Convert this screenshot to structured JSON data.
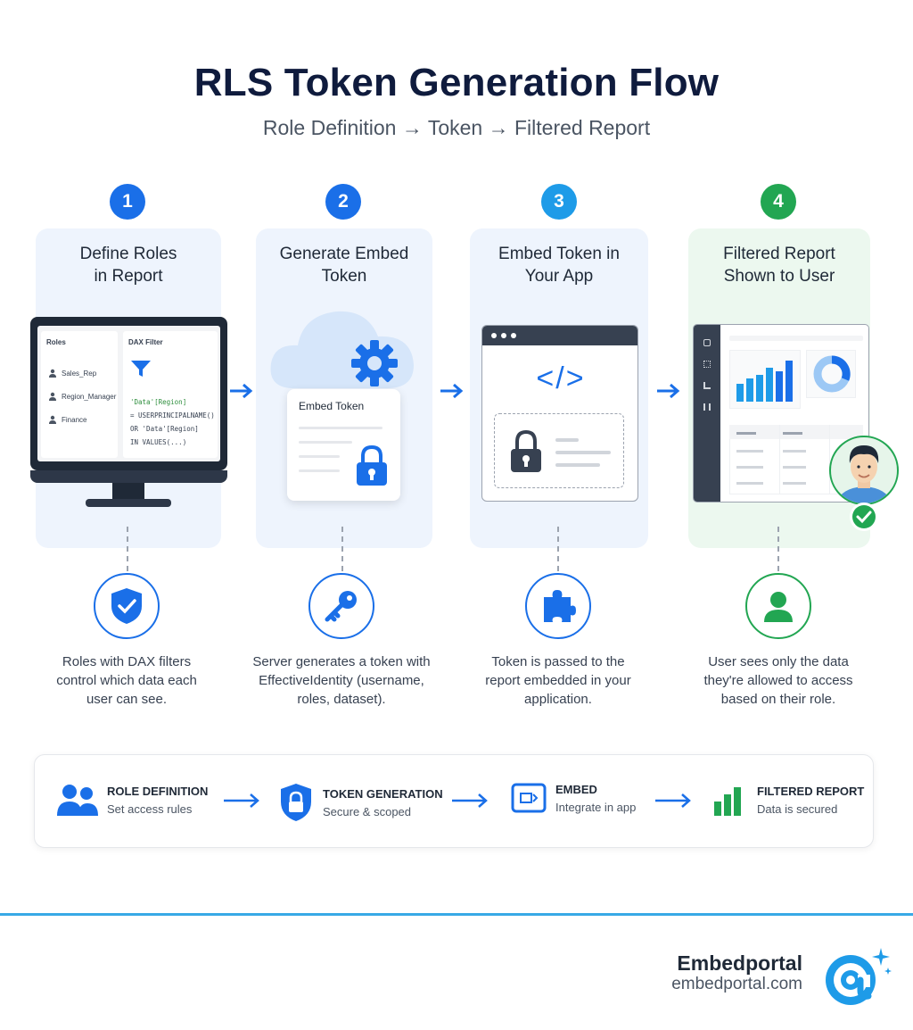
{
  "title": "RLS Token Generation Flow",
  "subtitle": "Role Definition → Token → Filtered Report",
  "steps": [
    {
      "number": "1",
      "title_lines": [
        "Define Roles",
        "in Report"
      ],
      "description": "Roles with DAX filters control which data each user can see.",
      "illustration": {
        "roles_heading": "Roles",
        "roles": [
          "Sales_Rep",
          "Region_Manager",
          "Finance"
        ],
        "filter_heading": "DAX Filter",
        "filter_code": [
          "'Data'[Region]",
          "= USERPRINCIPALNAME()",
          "OR 'Data'[Region]",
          "IN VALUES(...)"
        ]
      }
    },
    {
      "number": "2",
      "title_lines": [
        "Generate Embed",
        "Token"
      ],
      "description": "Server generates a token with EffectiveIdentity (username, roles, dataset).",
      "illustration": {
        "card_title": "Embed Token"
      }
    },
    {
      "number": "3",
      "title_lines": [
        "Embed Token in",
        "Your App"
      ],
      "description": "Token is passed to the report embedded in your application.",
      "illustration": {
        "code_glyph": "</>"
      }
    },
    {
      "number": "4",
      "title_lines": [
        "Filtered Report",
        "Shown to User"
      ],
      "description": "User sees only the data they're allowed to access based on their role.",
      "illustration": {}
    }
  ],
  "summary": [
    {
      "heading": "ROLE DEFINITION",
      "sub": "Set access rules",
      "icon": "users-icon"
    },
    {
      "heading": "TOKEN GENERATION",
      "sub": "Secure & scoped",
      "icon": "shield-lock-icon"
    },
    {
      "heading": "EMBED",
      "sub": "Integrate in app",
      "icon": "embed-icon"
    },
    {
      "heading": "FILTERED REPORT",
      "sub": "Data is secured",
      "icon": "bar-chart-icon"
    }
  ],
  "brand": {
    "name": "Embedportal",
    "url": "embedportal.com"
  },
  "colors": {
    "step1": "#1a6fe8",
    "step2": "#1a6fe8",
    "step3": "#1e9be8",
    "step4": "#22a652",
    "accent": "#1a6fe8",
    "green": "#22a652"
  }
}
